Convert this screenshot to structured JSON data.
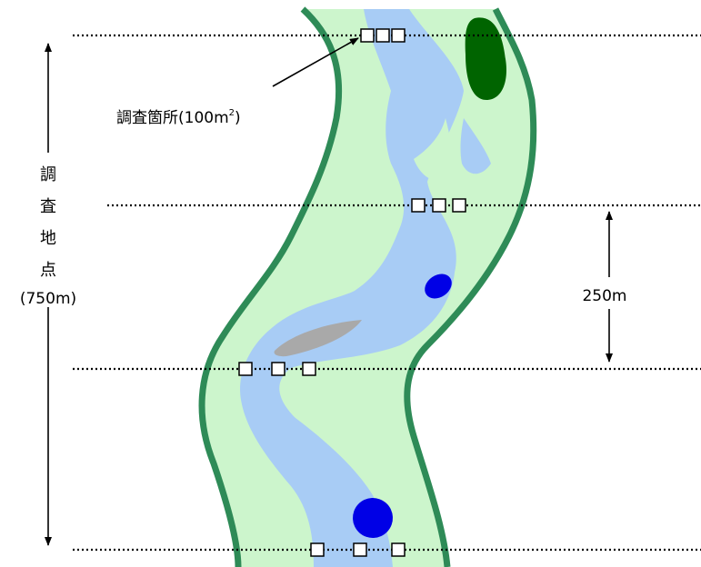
{
  "labels": {
    "site_callout_main": "調査箇所(100m",
    "site_callout_sup": "2",
    "site_callout_end": ")",
    "vertical_title": [
      "調",
      "査",
      "地",
      "点"
    ],
    "total_length": "(750m)",
    "interval": "250m"
  },
  "colors": {
    "bank": "#2e8b57",
    "floodplain": "#ccf5cc",
    "water": "#a8ccf5",
    "deep_pool": "#0000e6",
    "vegetation": "#006400",
    "sandbar": "#a9a9a9"
  }
}
